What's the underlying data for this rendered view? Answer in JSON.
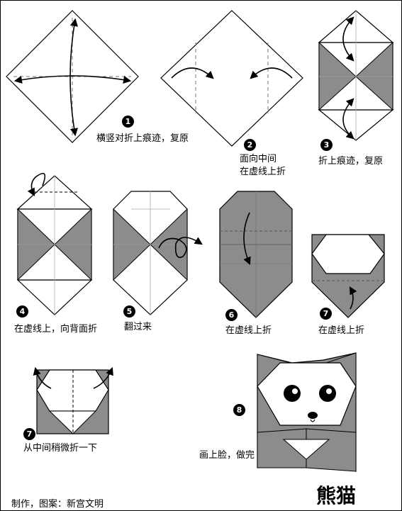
{
  "steps": [
    {
      "num": "1",
      "text": "横竖对折上痕迹，复原"
    },
    {
      "num": "2",
      "text": "面向中间",
      "text2": "在虚线上折"
    },
    {
      "num": "3",
      "text": "折上痕迹，复原"
    },
    {
      "num": "4",
      "text": "在虚线上，向背面折"
    },
    {
      "num": "5",
      "text": "翻过来"
    },
    {
      "num": "6",
      "text": "在虚线上折"
    },
    {
      "num": "7",
      "text": "在虚线上折"
    },
    {
      "num": "7",
      "text": "从中间稍微折一下"
    },
    {
      "num": "8",
      "text": "画上脸，做完"
    }
  ],
  "credit": "制作，图案：新宫文明",
  "title": "熊猫",
  "colors": {
    "gray": "#8c8c8c",
    "line": "#000000",
    "paper": "#ffffff",
    "guide": "#b0b0b0"
  }
}
